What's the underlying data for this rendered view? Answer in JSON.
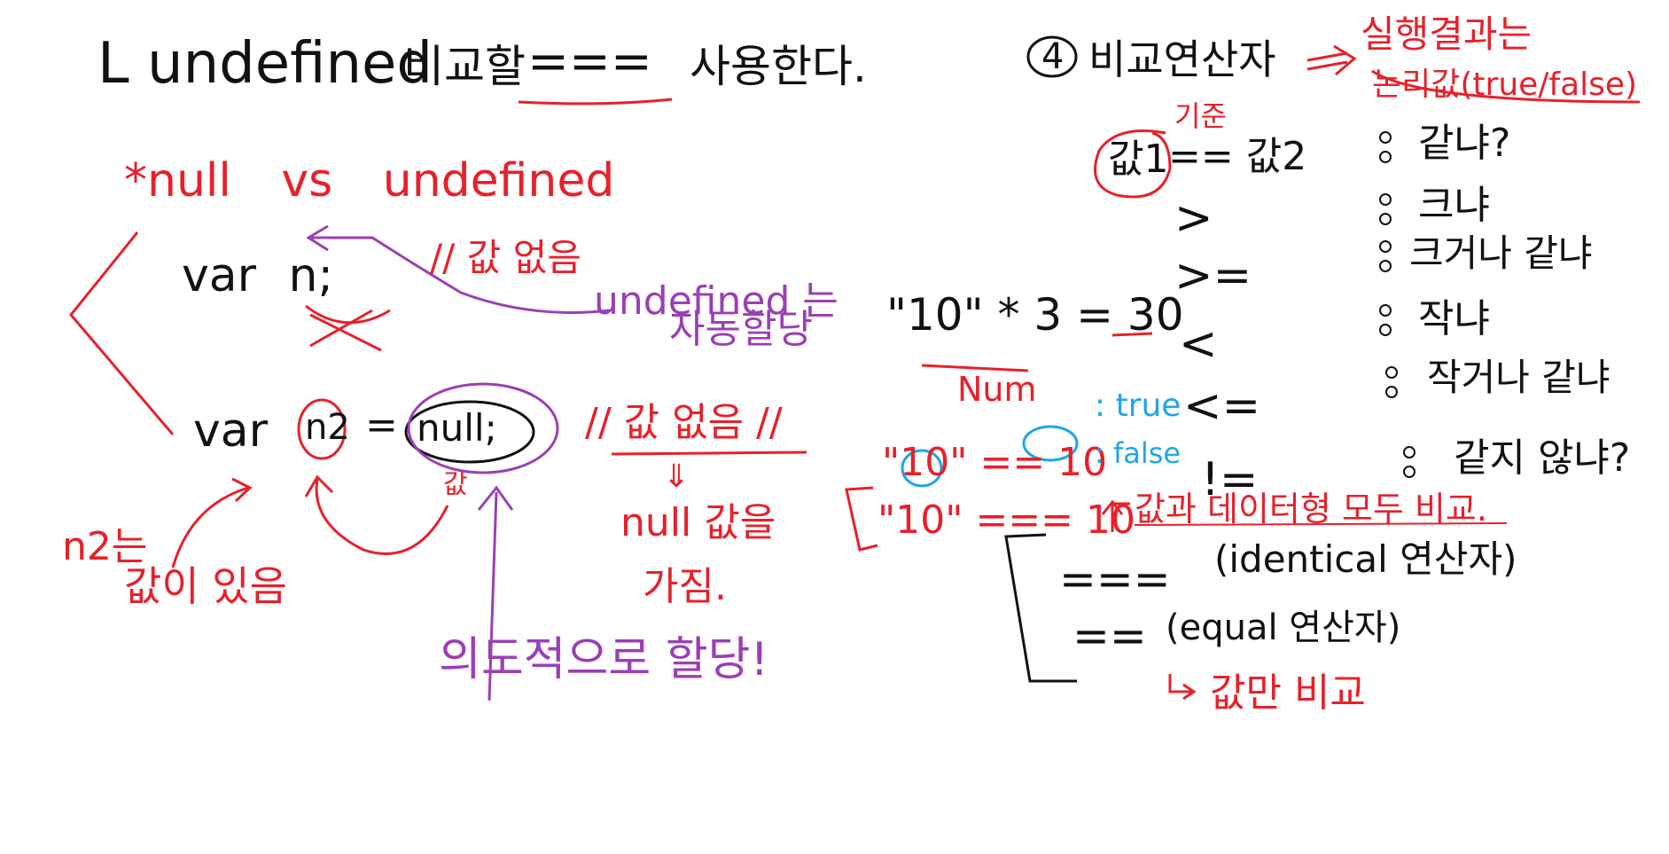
{
  "colors": {
    "black": "#111111",
    "red": "#e8202a",
    "purple": "#9b3fb5",
    "blue": "#1ea6e8",
    "background": "#ffffff"
  },
  "left": {
    "title_undefined": "L undefined",
    "title_compare": "비교할",
    "title_op": "===",
    "title_use": "사용한다.",
    "null_vs_undefined": "*null vs undefined",
    "code_var_n": "var n;",
    "note_no_value_1": "// 값 없음",
    "note_auto_assign_1": "undefined 는",
    "note_auto_assign_2": "자동할당",
    "code_var": "var",
    "code_n2": "n2",
    "code_eq": "=",
    "code_null": "null;",
    "label_value": "값",
    "note_no_value_2": "// 값 없음 //",
    "arrow_down": "⇓",
    "note_null_has_1": "null 값을",
    "note_null_has_2": "가짐.",
    "note_n2_has_1": "n2는",
    "note_n2_has_2": "값이 있음",
    "note_intentional": "의도적으로 할당!"
  },
  "right": {
    "comparison_op": "비교연산자",
    "result_1": "실행결과는",
    "result_2": "논리값(true/false)",
    "base_label": "기준",
    "value1": "값1",
    "expr_eq": "== 값2",
    "op_gt": ">",
    "op_gte": ">=",
    "op_lt": "<",
    "op_lte": "<=",
    "op_ne": "!=",
    "q_equal": "같냐?",
    "q_greater": "크냐",
    "q_greater_equal": "크거나 같냐",
    "q_less": "작냐",
    "q_less_equal": "작거나 같냐",
    "q_not_equal": "같지 않냐?",
    "expr_mult": "\"10\" * 3 = 30",
    "label_number": "Num",
    "expr_eq2_left": "\"10\" == 10",
    "expr_true": ": true",
    "expr_eq3": "\"10\" === 10",
    "expr_false": ": false",
    "note_compare_all": "값과 데이터형 모두 비교.",
    "identical_op": "===",
    "identical_label": "(identical 연산자)",
    "equal_op": "==",
    "equal_label": "(equal 연산자)",
    "value_only": "값만 비교"
  }
}
